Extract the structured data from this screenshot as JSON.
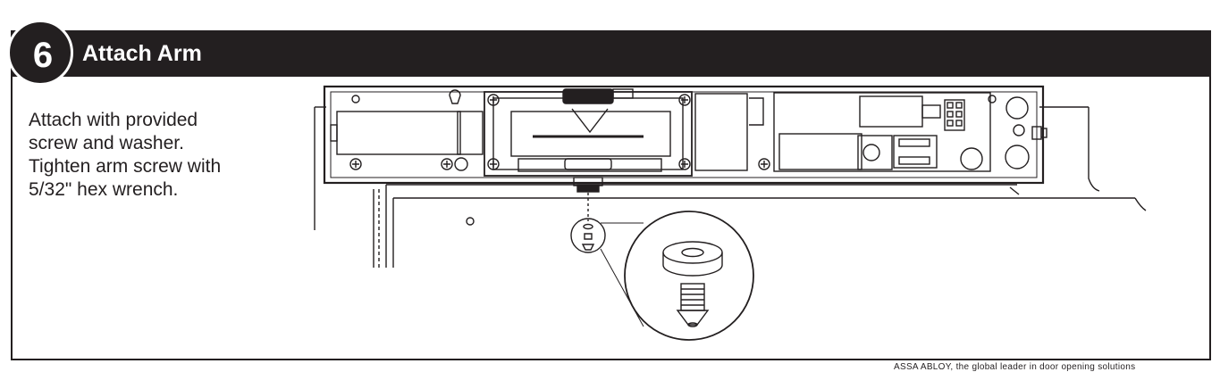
{
  "step": {
    "number": "6",
    "title": "Attach Arm"
  },
  "instructions": [
    "Attach with provided",
    "screw and washer.",
    "Tighten arm screw with",
    "5/32\" hex wrench."
  ],
  "footer_text": "ASSA ABLOY, the global leader in door opening solutions",
  "colors": {
    "ink": "#231f20",
    "paper": "#ffffff"
  }
}
